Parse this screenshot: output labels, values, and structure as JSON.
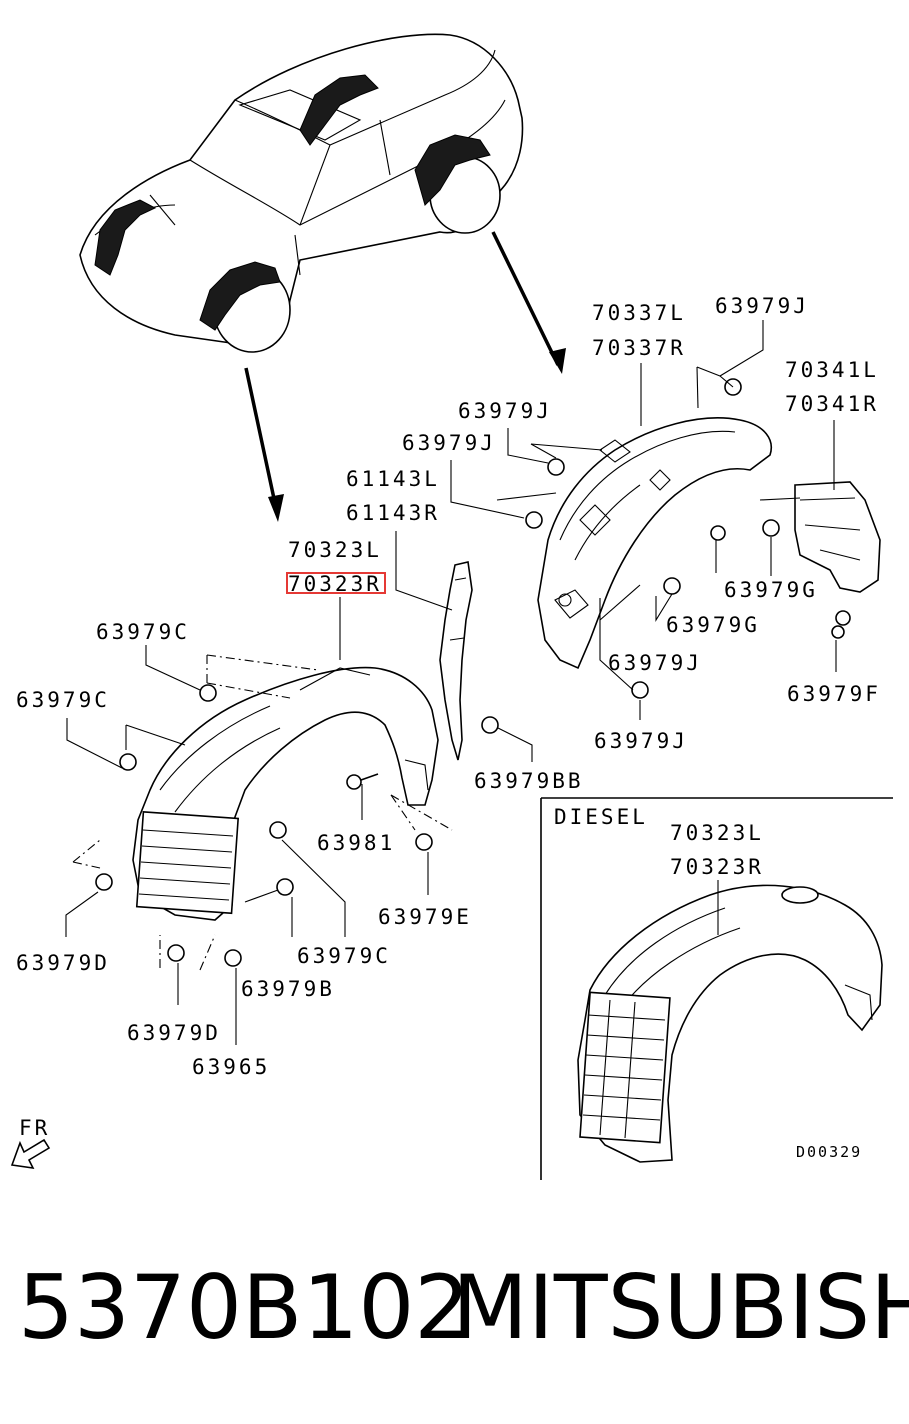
{
  "labels": {
    "p70337l": "70337L",
    "p70337r": "70337R",
    "p63979j_top": "63979J",
    "p70341l": "70341L",
    "p70341r": "70341R",
    "p63979j_a": "63979J",
    "p63979j_b": "63979J",
    "p61143l": "61143L",
    "p61143r": "61143R",
    "p70323l": "70323L",
    "p70323r": "70323R",
    "p63979c_a": "63979C",
    "p63979c_b": "63979C",
    "p63979g_a": "63979G",
    "p63979g_b": "63979G",
    "p63979j_c": "63979J",
    "p63979f": "63979F",
    "p63979j_d": "63979J",
    "p63979bb": "63979BB",
    "p63981": "63981",
    "p63979e": "63979E",
    "p63979d_a": "63979D",
    "p63979c_c": "63979C",
    "p63979b": "63979B",
    "p63979d_b": "63979D",
    "p63965": "63965",
    "fr": "FR"
  },
  "inset": {
    "title": "DIESEL",
    "p70323l": "70323L",
    "p70323r": "70323R",
    "code": "D00329"
  },
  "caption": {
    "part_number": "5370B102",
    "brand": "MITSUBISHI"
  },
  "colors": {
    "highlight": "#e53935",
    "ink": "#000000"
  }
}
